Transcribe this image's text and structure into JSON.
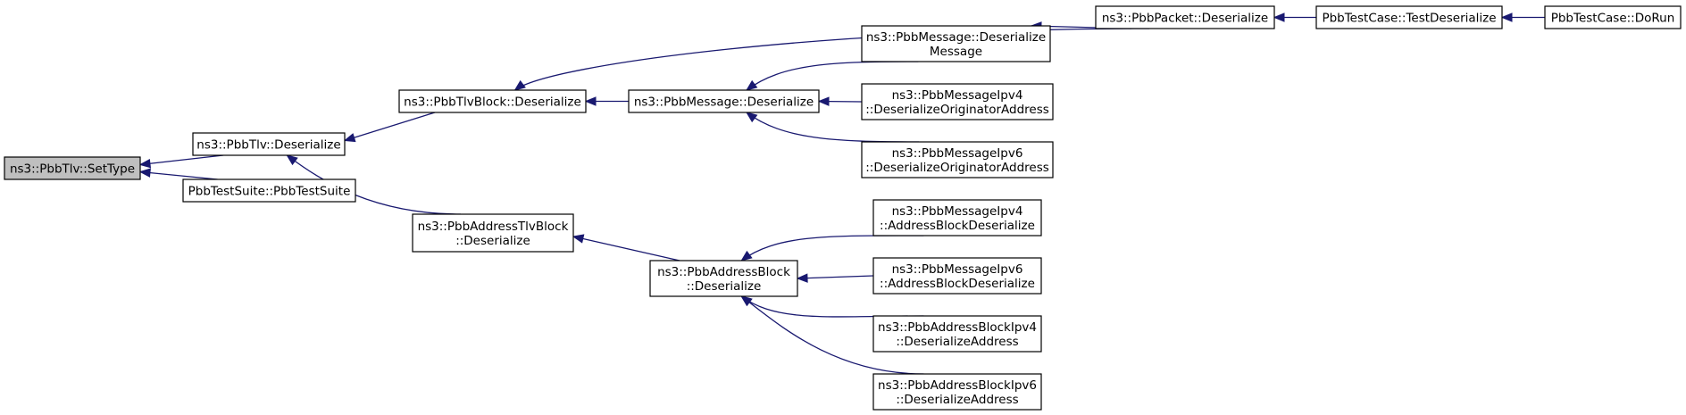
{
  "nodes": [
    {
      "id": "settype",
      "lines": [
        "ns3::PbbTlv::SetType"
      ],
      "root": true
    },
    {
      "id": "tlv_deser",
      "lines": [
        "ns3::PbbTlv::Deserialize"
      ]
    },
    {
      "id": "testsuite",
      "lines": [
        "PbbTestSuite::PbbTestSuite"
      ]
    },
    {
      "id": "tlvblock_deser",
      "lines": [
        "ns3::PbbTlvBlock::Deserialize"
      ]
    },
    {
      "id": "addrtlvblock_deser",
      "lines": [
        "ns3::PbbAddressTlvBlock",
        "::Deserialize"
      ]
    },
    {
      "id": "msg_deser",
      "lines": [
        "ns3::PbbMessage::Deserialize"
      ]
    },
    {
      "id": "msg_desermsg",
      "lines": [
        "ns3::PbbMessage::Deserialize",
        "Message"
      ]
    },
    {
      "id": "msgipv4_orig",
      "lines": [
        "ns3::PbbMessageIpv4",
        "::DeserializeOriginatorAddress"
      ]
    },
    {
      "id": "msgipv6_orig",
      "lines": [
        "ns3::PbbMessageIpv6",
        "::DeserializeOriginatorAddress"
      ]
    },
    {
      "id": "packet_deser",
      "lines": [
        "ns3::PbbPacket::Deserialize"
      ]
    },
    {
      "id": "testcase_testdeser",
      "lines": [
        "PbbTestCase::TestDeserialize"
      ]
    },
    {
      "id": "testcase_dorun",
      "lines": [
        "PbbTestCase::DoRun"
      ]
    },
    {
      "id": "addrblock_deser",
      "lines": [
        "ns3::PbbAddressBlock",
        "::Deserialize"
      ]
    },
    {
      "id": "msgipv4_abd",
      "lines": [
        "ns3::PbbMessageIpv4",
        "::AddressBlockDeserialize"
      ]
    },
    {
      "id": "msgipv6_abd",
      "lines": [
        "ns3::PbbMessageIpv6",
        "::AddressBlockDeserialize"
      ]
    },
    {
      "id": "abipv4_da",
      "lines": [
        "ns3::PbbAddressBlockIpv4",
        "::DeserializeAddress"
      ]
    },
    {
      "id": "abipv6_da",
      "lines": [
        "ns3::PbbAddressBlockIpv6",
        "::DeserializeAddress"
      ]
    }
  ],
  "edges": [
    {
      "from": "tlv_deser",
      "to": "settype"
    },
    {
      "from": "testsuite",
      "to": "settype"
    },
    {
      "from": "tlvblock_deser",
      "to": "tlv_deser"
    },
    {
      "from": "addrtlvblock_deser",
      "to": "tlv_deser"
    },
    {
      "from": "msg_deser",
      "to": "tlvblock_deser"
    },
    {
      "from": "packet_deser",
      "to": "tlvblock_deser"
    },
    {
      "from": "msg_desermsg",
      "to": "msg_deser"
    },
    {
      "from": "msgipv4_orig",
      "to": "msg_deser"
    },
    {
      "from": "msgipv6_orig",
      "to": "msg_deser"
    },
    {
      "from": "packet_deser",
      "to": "msg_desermsg"
    },
    {
      "from": "testcase_testdeser",
      "to": "packet_deser"
    },
    {
      "from": "testcase_dorun",
      "to": "testcase_testdeser"
    },
    {
      "from": "addrblock_deser",
      "to": "addrtlvblock_deser"
    },
    {
      "from": "msgipv4_abd",
      "to": "addrblock_deser"
    },
    {
      "from": "msgipv6_abd",
      "to": "addrblock_deser"
    },
    {
      "from": "abipv4_da",
      "to": "addrblock_deser"
    },
    {
      "from": "abipv6_da",
      "to": "addrblock_deser"
    }
  ],
  "colors": {
    "edge": "#191970",
    "root_fill": "#bfbfbf",
    "node_fill": "#ffffff",
    "border": "#000000"
  }
}
